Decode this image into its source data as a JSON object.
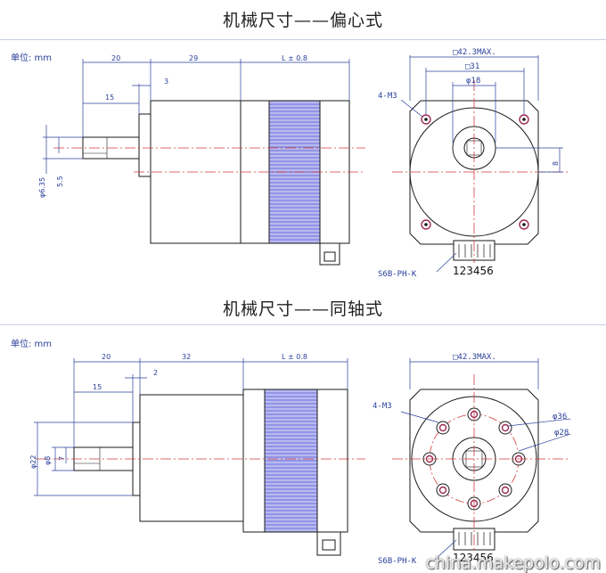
{
  "eccentric": {
    "title": "机械尺寸——偏心式",
    "unit": "单位: mm",
    "side_dims": {
      "d20": "20",
      "d29": "29",
      "dL": "L ± 0.8",
      "d15": "15",
      "d3": "3",
      "shaft_dia": "φ6.35",
      "flat": "5.5"
    },
    "front_dims": {
      "square_max": "□42.3MAX.",
      "square": "□31",
      "pcd": "φ18",
      "offset": "8"
    },
    "screw_label": "4-M3",
    "connector_label": "S6B-PH-K",
    "pin_numbers": "123456"
  },
  "coaxial": {
    "title": "机械尺寸——同轴式",
    "unit": "单位: mm",
    "side_dims": {
      "d20": "20",
      "d32": "32",
      "dL": "L ± 0.8",
      "d15": "15",
      "d2": "2",
      "boss_dia": "φ22",
      "shaft_dia": "φ8",
      "flat": "7"
    },
    "front_dims": {
      "square_max": "□42.3MAX.",
      "pcd36": "φ36",
      "pcd28": "φ28"
    },
    "screw_label": "4-M3",
    "connector_label": "S6B-PH-K",
    "pin_numbers": "123456"
  },
  "watermark": "china.makepolo.com",
  "colors": {
    "outline": "#1a1a1a",
    "dimension": "#2a3f9a",
    "centerline": "#d23a3a",
    "coil": "#8d8fe6",
    "hole": "#9c2a55"
  }
}
